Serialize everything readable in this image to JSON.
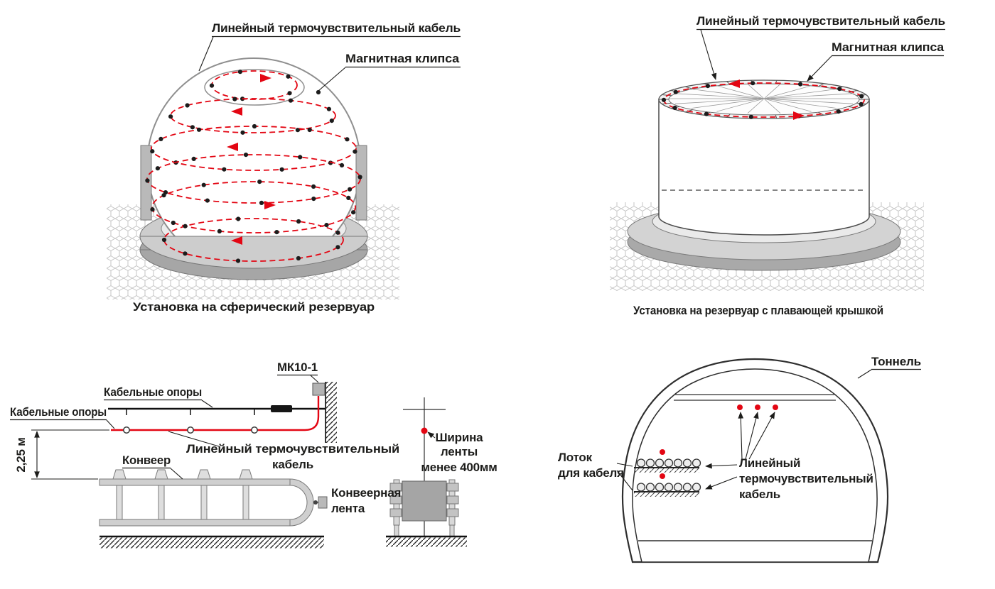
{
  "colors": {
    "cable_red": "#e30613",
    "line_black": "#1d1d1b",
    "structure_gray": "#cfcfcf",
    "ground_mesh_gray": "#c6c6c6"
  },
  "spherical_tank": {
    "label_cable": "Линейный термочувствительный кабель",
    "label_clip": "Магнитная клипса",
    "caption": "Установка на сферический резервуар"
  },
  "floating_roof_tank": {
    "label_cable": "Линейный термочувствительный кабель",
    "label_clip": "Магнитная клипса",
    "caption": "Установка на резервуар с плавающей крышкой"
  },
  "conveyor": {
    "label_device": "МК10-1",
    "label_supports_top": "Кабельные опоры",
    "label_supports_bottom": "Кабельные опоры",
    "label_cable_l1": "Линейный термочувствительный",
    "label_cable_l2": "кабель",
    "label_conveyor": "Конвеер",
    "label_belt_l1": "Конвеерная",
    "label_belt_l2": "лента",
    "dim_height": "2,25 м",
    "label_width_l1": "Ширина",
    "label_width_l2": "ленты",
    "label_width_l3": "менее 400мм"
  },
  "tunnel": {
    "label_tunnel": "Тоннель",
    "label_tray_l1": "Лоток",
    "label_tray_l2": "для кабеля",
    "label_cable_l1": "Линейный",
    "label_cable_l2": "термочувствительный",
    "label_cable_l3": "кабель"
  }
}
